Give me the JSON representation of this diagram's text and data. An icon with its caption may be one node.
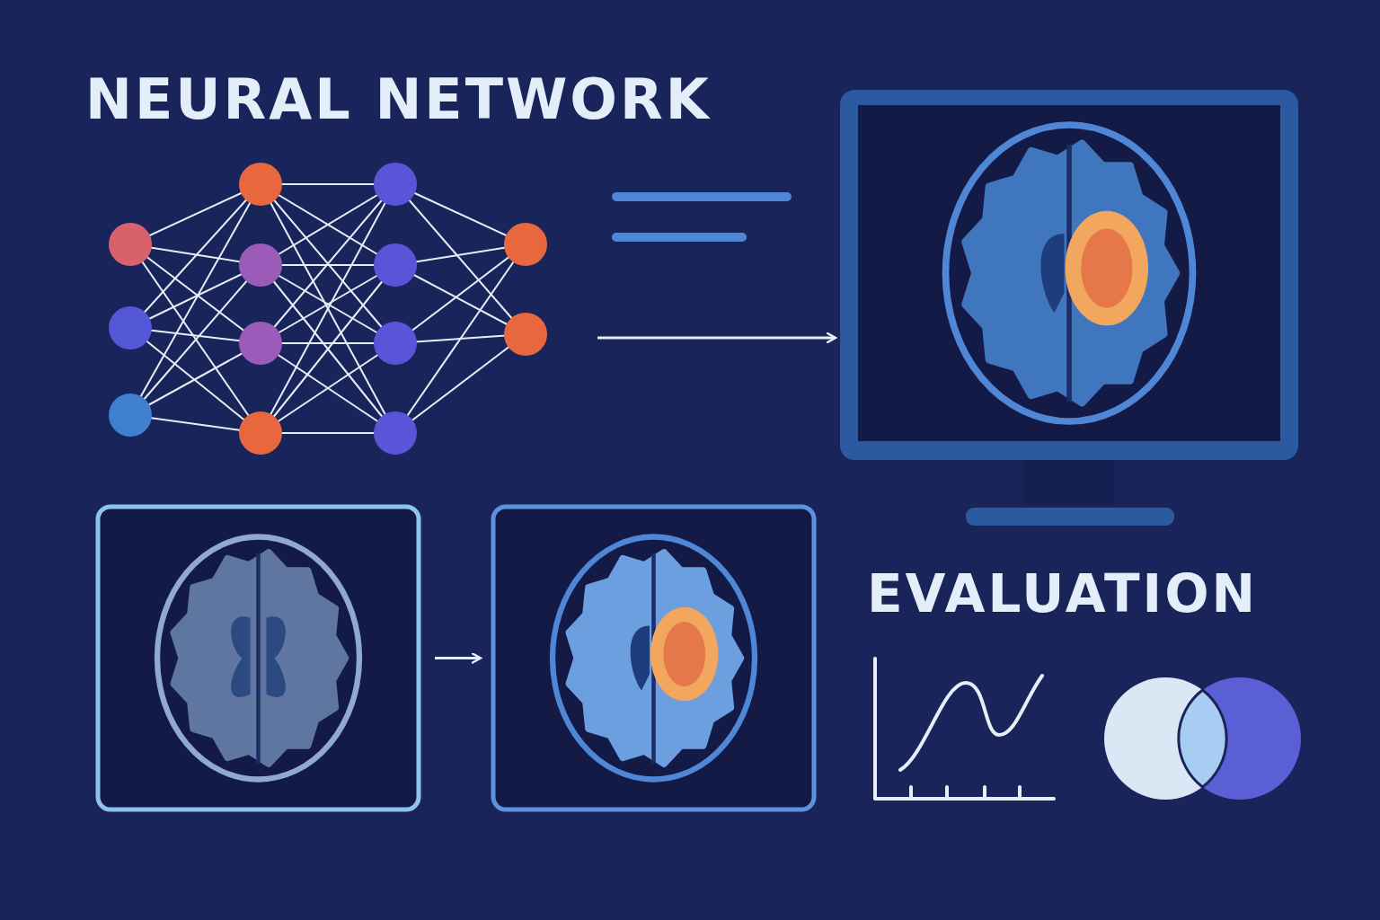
{
  "diagram": {
    "nodes": [
      {
        "text": [],
        "shape": "picture"
      },
      {
        "text": [],
        "shape": "picture"
      },
      {
        "text": [],
        "shape": "picture"
      },
      {
        "text": [],
        "shape": "picture"
      }
    ],
    "edges": [
      {
        "from": 0,
        "to": 1,
        "arrow": "to"
      },
      {
        "from": 2,
        "to": 3,
        "arrow": "to"
      }
    ],
    "labels": [
      "NEURAL NETWORK",
      "EVALUATION"
    ]
  }
}
